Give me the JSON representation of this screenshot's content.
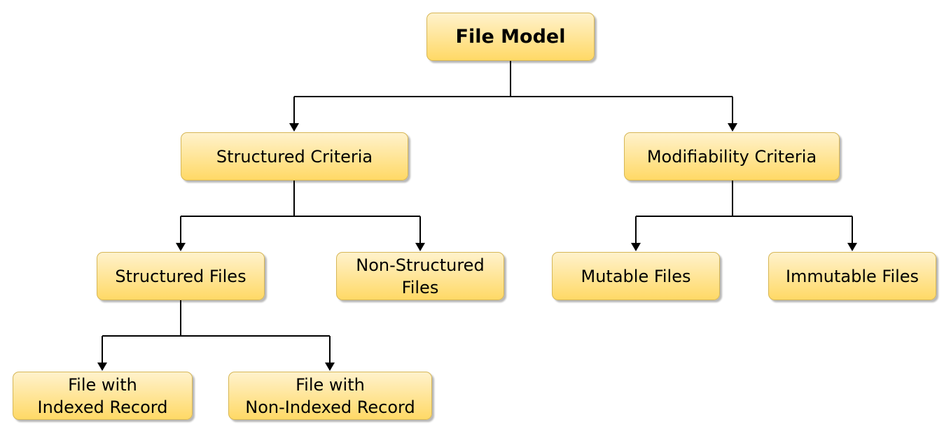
{
  "diagram": {
    "root": {
      "label": "File Model"
    },
    "structured_criteria": {
      "label": "Structured Criteria"
    },
    "modifiability_criteria": {
      "label": "Modifiability Criteria"
    },
    "structured_files": {
      "label": "Structured Files"
    },
    "non_structured_files": {
      "line1": "Non-Structured",
      "line2": "Files"
    },
    "mutable_files": {
      "label": "Mutable Files"
    },
    "immutable_files": {
      "label": "Immutable Files"
    },
    "indexed_record": {
      "line1": "File with",
      "line2": "Indexed Record"
    },
    "non_indexed_record": {
      "line1": "File with",
      "line2": "Non-Indexed Record"
    }
  },
  "colors": {
    "node_fill_top": "#fff2cc",
    "node_fill_bottom": "#ffd966",
    "node_border": "#d6b656",
    "connector": "#000000"
  }
}
